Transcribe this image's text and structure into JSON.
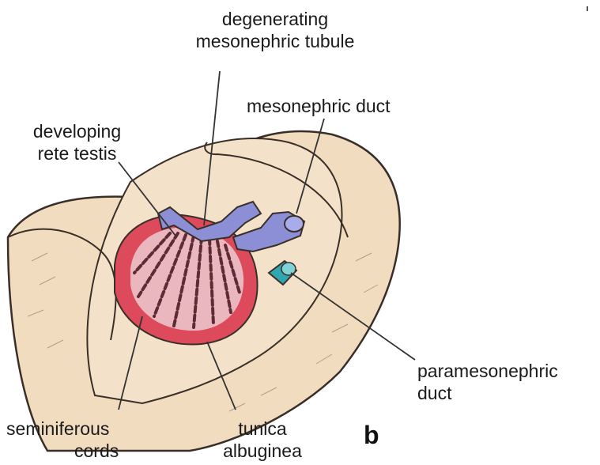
{
  "labels": {
    "degenerating_line1": "degenerating",
    "degenerating_line2": "mesonephric tubule",
    "mesonephric_duct": "mesonephric duct",
    "rete_line1": "developing",
    "rete_line2": "rete testis",
    "paramesonephric_line1": "paramesonephric",
    "paramesonephric_line2": "duct",
    "seminiferous_line1": "seminiferous",
    "seminiferous_line2": "cords",
    "tunica_line1": "tunica",
    "tunica_line2": "albuginea",
    "panel": "b"
  },
  "colors": {
    "tissue": "#f1dcc0",
    "tissue_dark": "#e8cba6",
    "outline": "#3a2f28",
    "tunica": "#dd4a5c",
    "rete": "#eab7bf",
    "cords_dark": "#5e2a33",
    "mesonephric": "#8c8fd6",
    "paramesonephric": "#2fa7b0",
    "leader": "#333333"
  }
}
